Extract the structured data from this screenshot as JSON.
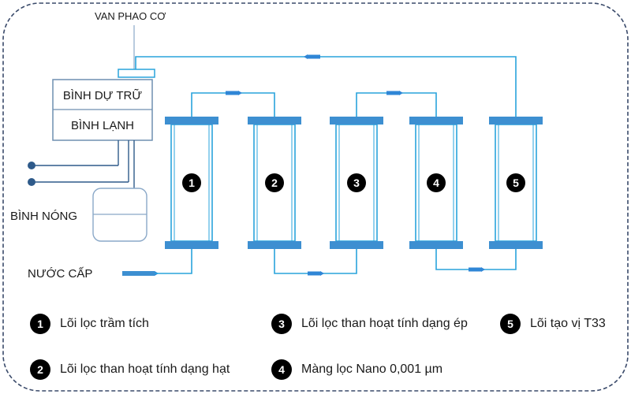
{
  "labels": {
    "float_valve": "VAN PHAO CƠ",
    "storage_tank": "BÌNH DỰ TRỮ",
    "cold_tank": "BÌNH LẠNH",
    "hot_tank": "BÌNH NÓNG",
    "feed_water": "NƯỚC CẤP"
  },
  "filters": [
    {
      "number": "1"
    },
    {
      "number": "2"
    },
    {
      "number": "3"
    },
    {
      "number": "4"
    },
    {
      "number": "5"
    }
  ],
  "legend": [
    {
      "number": "1",
      "text": "Lõi lọc trầm tích"
    },
    {
      "number": "2",
      "text": "Lõi lọc than hoạt tính dạng hạt"
    },
    {
      "number": "3",
      "text": "Lõi lọc than hoạt tính dạng ép"
    },
    {
      "number": "4",
      "text": "Màng lọc Nano 0,001 µm"
    },
    {
      "number": "5",
      "text": "Lõi tạo vị T33"
    }
  ],
  "colors": {
    "pipe": "#29a3dc",
    "cap": "#3d8fd1",
    "arrow": "#2f86d6",
    "border": "#3a4a6a",
    "tank_border": "#8aa8c8"
  }
}
